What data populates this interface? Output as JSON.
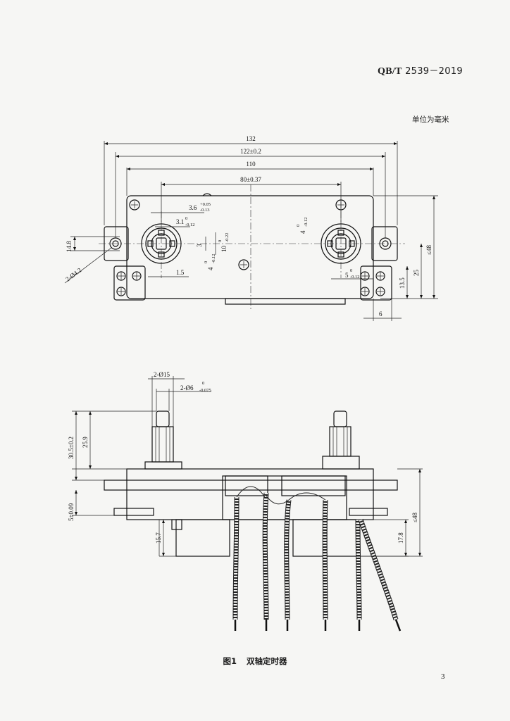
{
  "header": {
    "standard_code": "QB/T",
    "standard_number": "2539－2019"
  },
  "unit_note": "单位为毫米",
  "figure": {
    "caption_number": "图1",
    "caption_title": "双轴定时器",
    "top_view": {
      "overall_width": "132",
      "mount_hole_pitch": "122±0.2",
      "body_width": "110",
      "shaft_spacing": "80±0.37",
      "flat_3_6": "3.6",
      "tol_3_6_upper": "+0.05",
      "tol_3_6_lower": "-0.13",
      "flat_3_1": "3.1",
      "tol_3_1_upper": "0",
      "tol_3_1_lower": "-0.12",
      "dim_3": "3",
      "dim_10": "10",
      "tol_10_upper": "0",
      "tol_10_lower": "-0.22",
      "dim_4_left": "4",
      "tol_4_left_upper": "0",
      "tol_4_left_lower": "-0.12",
      "dim_4_right": "4",
      "tol_4_right_upper": "0",
      "tol_4_right_lower": "-0.12",
      "dim_5": "5",
      "tol_5_upper": "0",
      "tol_5_lower": "-0.12",
      "dim_1_5": "1.5",
      "hole_height": "14.8",
      "mount_holes": "2-Ø4.2",
      "max_height": "≤48",
      "dim_25": "25",
      "dim_13_5": "13.5",
      "ear_width": "6"
    },
    "side_view": {
      "shaft_dia": "2-Ø15",
      "shaft_tip_dia": "2-Ø6",
      "tol_tip_upper": "0",
      "tol_tip_lower": "-0.075",
      "shaft_length": "30.5±0.2",
      "shaft_length_inner": "25.9",
      "flange_thickness": "5±0.09",
      "motor_depth_left": "15.7",
      "motor_depth_right": "17.8",
      "max_height": "≤48"
    }
  },
  "page_number": "3"
}
